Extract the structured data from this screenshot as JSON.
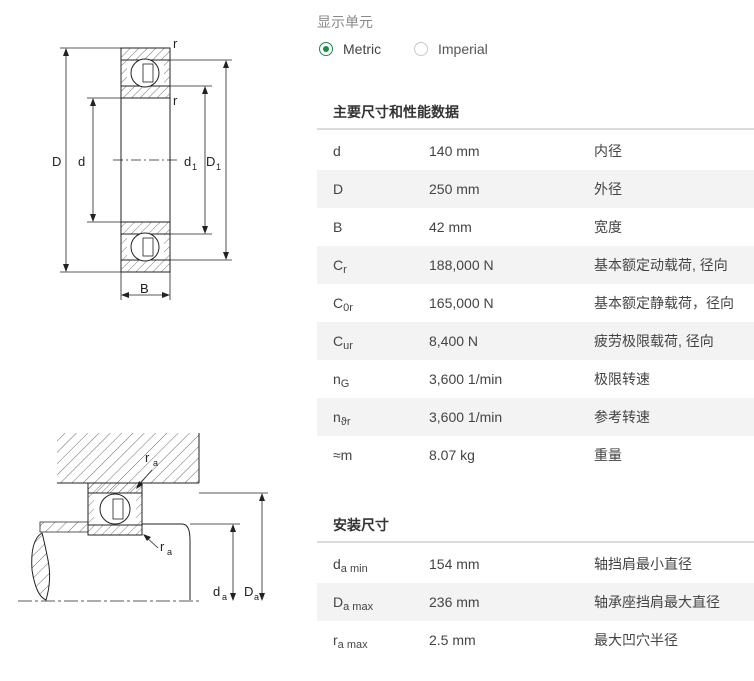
{
  "units": {
    "label": "显示单元",
    "options": [
      {
        "label": "Metric",
        "selected": true
      },
      {
        "label": "Imperial",
        "selected": false
      }
    ]
  },
  "diagram_top": {
    "labels": {
      "D": "D",
      "d": "d",
      "d1": "d",
      "d1_sub": "1",
      "D1": "D",
      "D1_sub": "1",
      "B": "B",
      "r_top": "r",
      "r_mid": "r"
    }
  },
  "diagram_bottom": {
    "labels": {
      "ra_top": "r",
      "ra_top_sub": "a",
      "ra_mid": "r",
      "ra_mid_sub": "a",
      "da": "d",
      "da_sub": "a",
      "Da": "D",
      "Da_sub": "a"
    }
  },
  "section1": {
    "title": "主要尺寸和性能数据",
    "rows": [
      {
        "sym": "d",
        "sub": "",
        "value": "140 mm",
        "desc": "内径"
      },
      {
        "sym": "D",
        "sub": "",
        "value": "250 mm",
        "desc": "外径"
      },
      {
        "sym": "B",
        "sub": "",
        "value": "42 mm",
        "desc": "宽度"
      },
      {
        "sym": "C",
        "sub": "r",
        "value": "188,000 N",
        "desc": "基本额定动载荷, 径向"
      },
      {
        "sym": "C",
        "sub": "0r",
        "value": "165,000 N",
        "desc": "基本额定静载荷，径向"
      },
      {
        "sym": "C",
        "sub": "ur",
        "value": "8,400 N",
        "desc": "疲劳极限载荷, 径向"
      },
      {
        "sym": "n",
        "sub": "G",
        "value": "3,600 1/min",
        "desc": "极限转速"
      },
      {
        "sym": "n",
        "sub": "ϑr",
        "value": "3,600 1/min",
        "desc": "参考转速"
      },
      {
        "sym": "≈m",
        "sub": "",
        "value": "8.07 kg",
        "desc": "重量"
      }
    ]
  },
  "section2": {
    "title": "安装尺寸",
    "rows": [
      {
        "sym": "d",
        "sub": "a min",
        "value": "154 mm",
        "desc": "轴挡肩最小直径"
      },
      {
        "sym": "D",
        "sub": "a max",
        "value": "236 mm",
        "desc": "轴承座挡肩最大直径"
      },
      {
        "sym": "r",
        "sub": "a max",
        "value": "2.5 mm",
        "desc": "最大凹穴半径"
      }
    ]
  }
}
